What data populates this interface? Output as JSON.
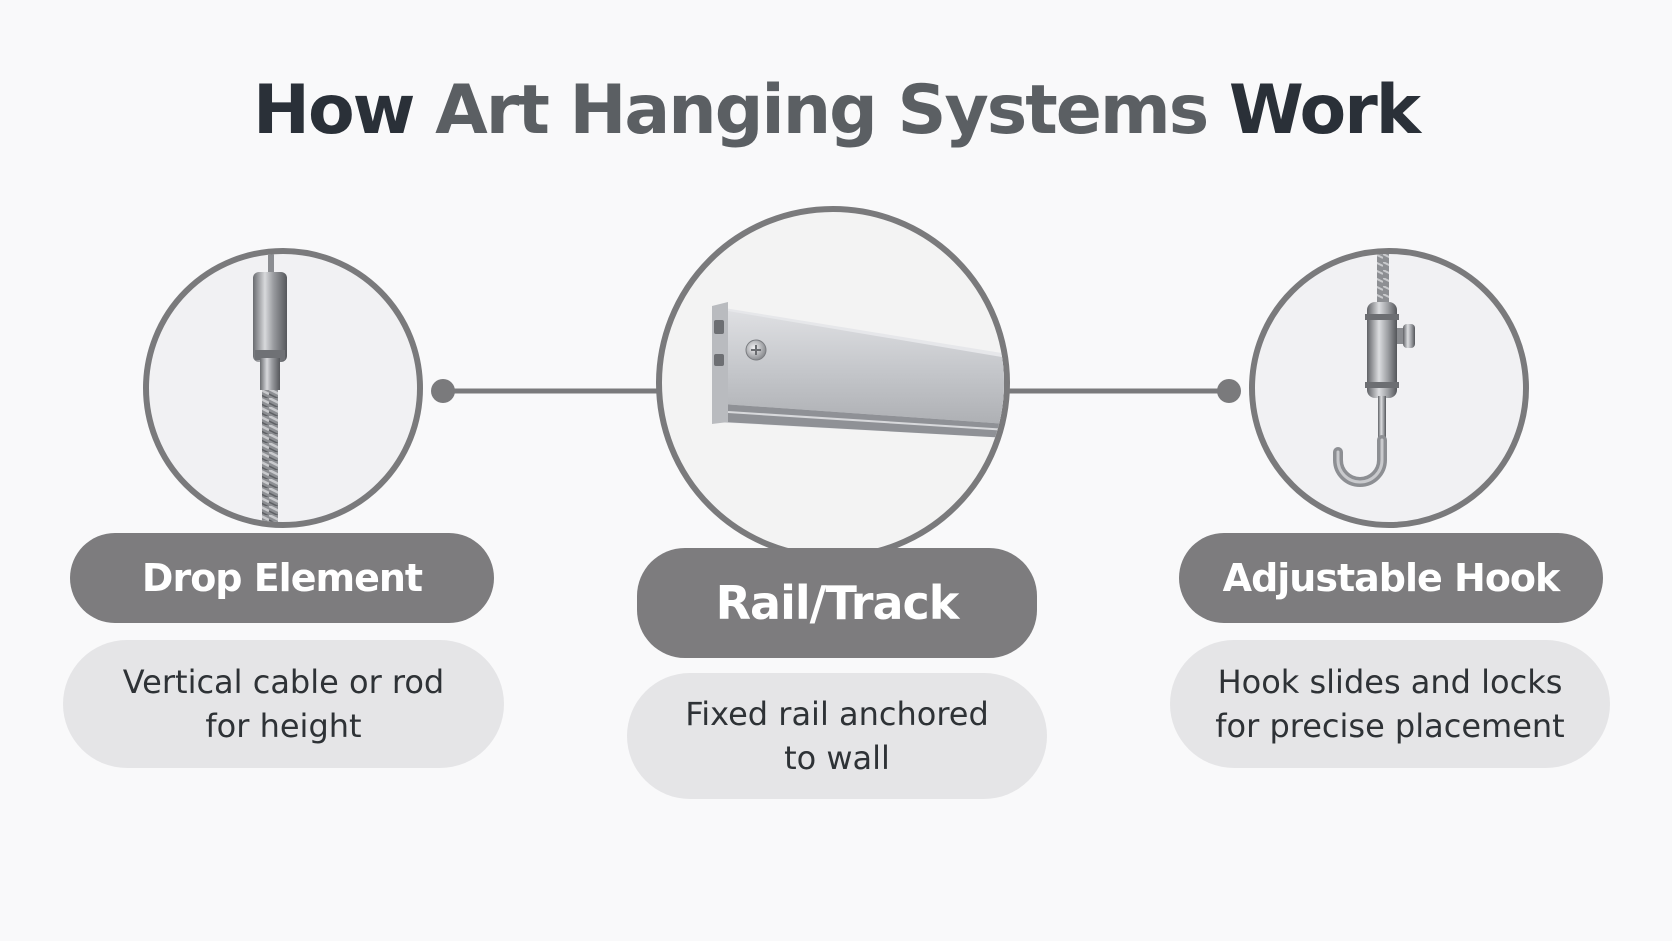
{
  "title": {
    "part1": "How",
    "part2": "Art Hanging Systems",
    "part3": "Work"
  },
  "components": [
    {
      "label": "Drop Element",
      "description_line1": "Vertical cable or rod",
      "description_line2": "for height",
      "icon": "cable-icon"
    },
    {
      "label": "Rail/Track",
      "description_line1": "Fixed rail anchored",
      "description_line2": "to wall",
      "icon": "rail-icon"
    },
    {
      "label": "Adjustable Hook",
      "description_line1": "Hook slides and locks",
      "description_line2": "for precise placement",
      "icon": "hook-icon"
    }
  ],
  "colors": {
    "title_dark": "#2a3038",
    "title_mid": "#5b5f63",
    "label_pill": "#7d7c7e",
    "description_pill": "#e5e5e7",
    "connector": "#7a7a7c"
  }
}
